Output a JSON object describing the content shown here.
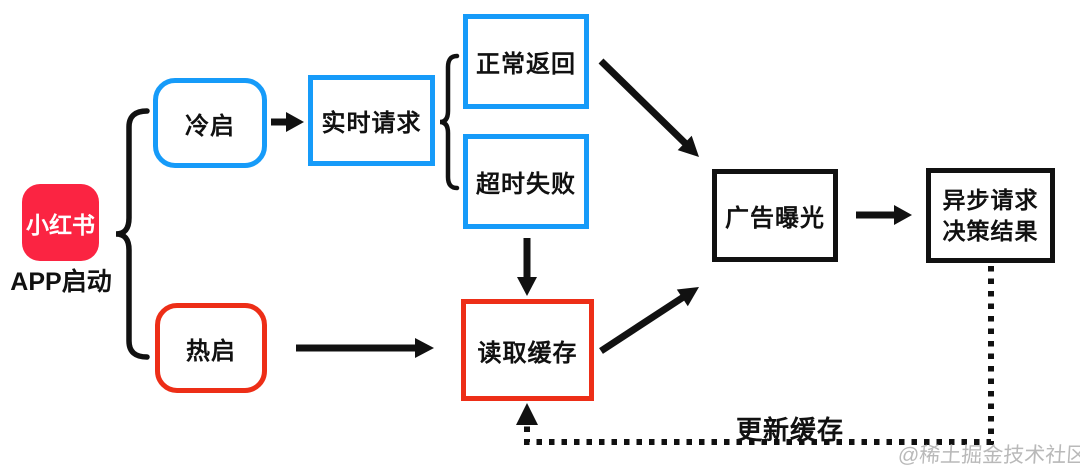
{
  "diagram": {
    "logo": {
      "text": "小红书",
      "caption": "APP启动"
    },
    "nodes": {
      "cold_start": "冷启",
      "realtime_request": "实时请求",
      "normal_return": "正常返回",
      "timeout_failure": "超时失败",
      "read_cache": "读取缓存",
      "hot_start": "热启",
      "ad_exposure": "广告曝光",
      "async_request_line1": "异步请求",
      "async_request_line2": "决策结果"
    },
    "edge_labels": {
      "update_cache": "更新缓存"
    },
    "watermark": "@稀土掘金技术社区",
    "colors": {
      "box_blue": "#169BF9",
      "box_red": "#ED2E17",
      "box_black": "#111111",
      "brand_red": "#FB2442",
      "watermark_gray": "#B9B9B9"
    }
  }
}
